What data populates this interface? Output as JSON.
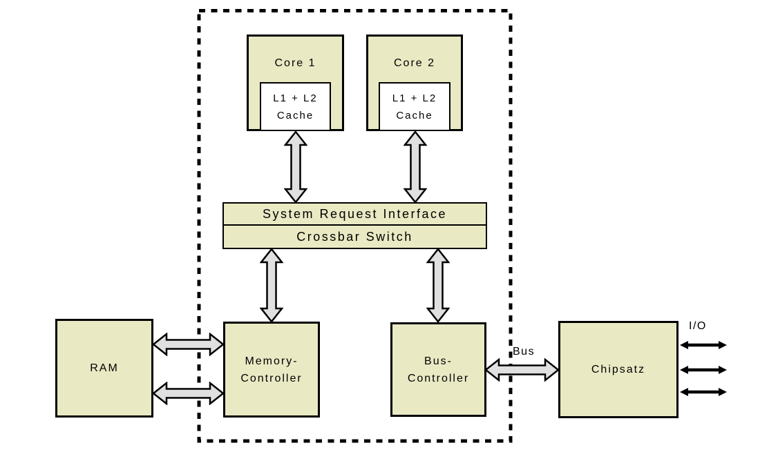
{
  "nodes": {
    "core1": {
      "label": "Core 1"
    },
    "core2": {
      "label": "Core 2"
    },
    "cache1": {
      "line1": "L1 + L2",
      "line2": "Cache"
    },
    "cache2": {
      "line1": "L1 + L2",
      "line2": "Cache"
    },
    "sri": {
      "label": "System Request Interface"
    },
    "crossbar": {
      "label": "Crossbar Switch"
    },
    "ram": {
      "label": "RAM"
    },
    "memory_controller": {
      "line1": "Memory-",
      "line2": "Controller"
    },
    "bus_controller": {
      "line1": "Bus-",
      "line2": "Controller"
    },
    "chipsatz": {
      "label": "Chipsatz"
    }
  },
  "labels": {
    "bus": "Bus",
    "io": "I/O"
  },
  "colors": {
    "box_fill": "#e9e9c4",
    "cache_fill": "#ffffff",
    "arrow_fill": "#e0e0e0",
    "line": "#000000",
    "background": "#ffffff"
  }
}
